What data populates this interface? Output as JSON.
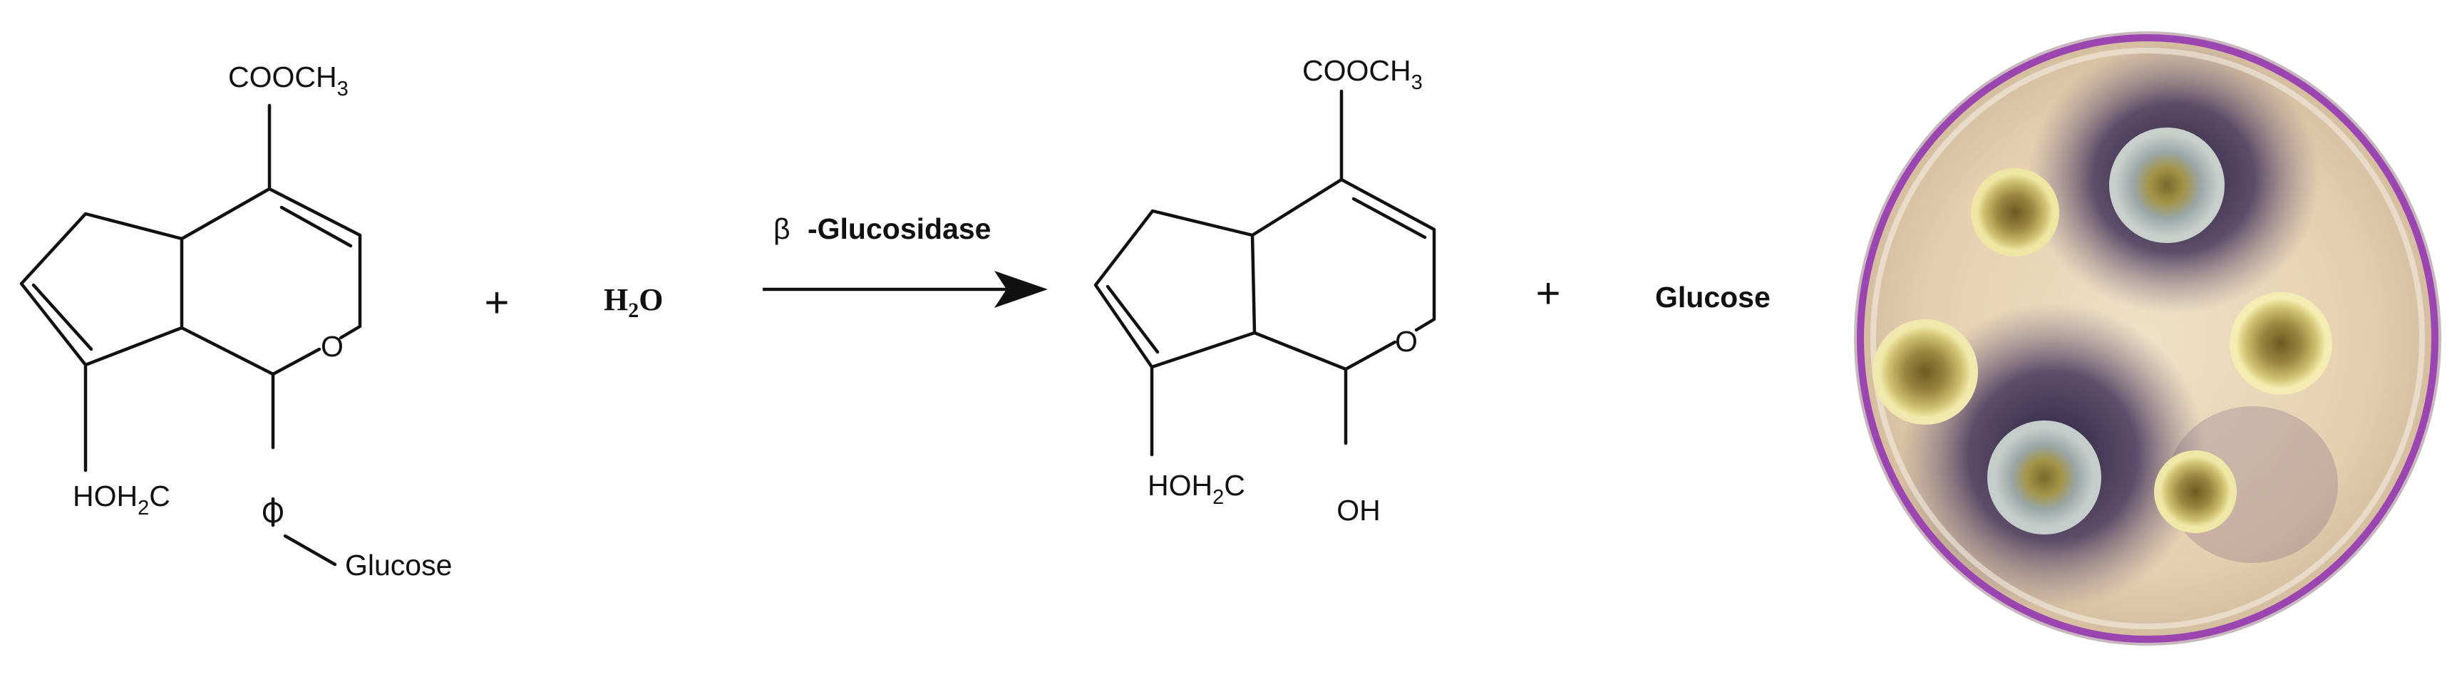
{
  "reactant": {
    "ester_label": "COOCH",
    "ester_sub": "3",
    "ring_oxygen": "O",
    "hydroxymethyl_main": "HOH",
    "hydroxymethyl_sub": "2",
    "hydroxymethyl_end": "C",
    "glycosidic_oxygen": "O",
    "glucose_label": "Glucose"
  },
  "plus_1": "+",
  "water": {
    "main": "H",
    "sub": "2",
    "end": "O"
  },
  "arrow": {
    "beta": "β",
    "enzyme_label": "-Glucosidase"
  },
  "product": {
    "ester_label": "COOCH",
    "ester_sub": "3",
    "ring_oxygen": "O",
    "hydroxymethyl_main": "HOH",
    "hydroxymethyl_sub": "2",
    "hydroxymethyl_end": "C",
    "hydroxyl_label": "OH"
  },
  "plus_2": "+",
  "glucose_product": "Glucose",
  "colors": {
    "ink": "#111111",
    "dish_rim": "#9a45b0",
    "agar": "#e9d4b6",
    "halo": "#2b1f48",
    "colony_edge": "#e9dc8c",
    "colony_core": "#8d7a36",
    "colony_blue": "#8a9aa6"
  }
}
